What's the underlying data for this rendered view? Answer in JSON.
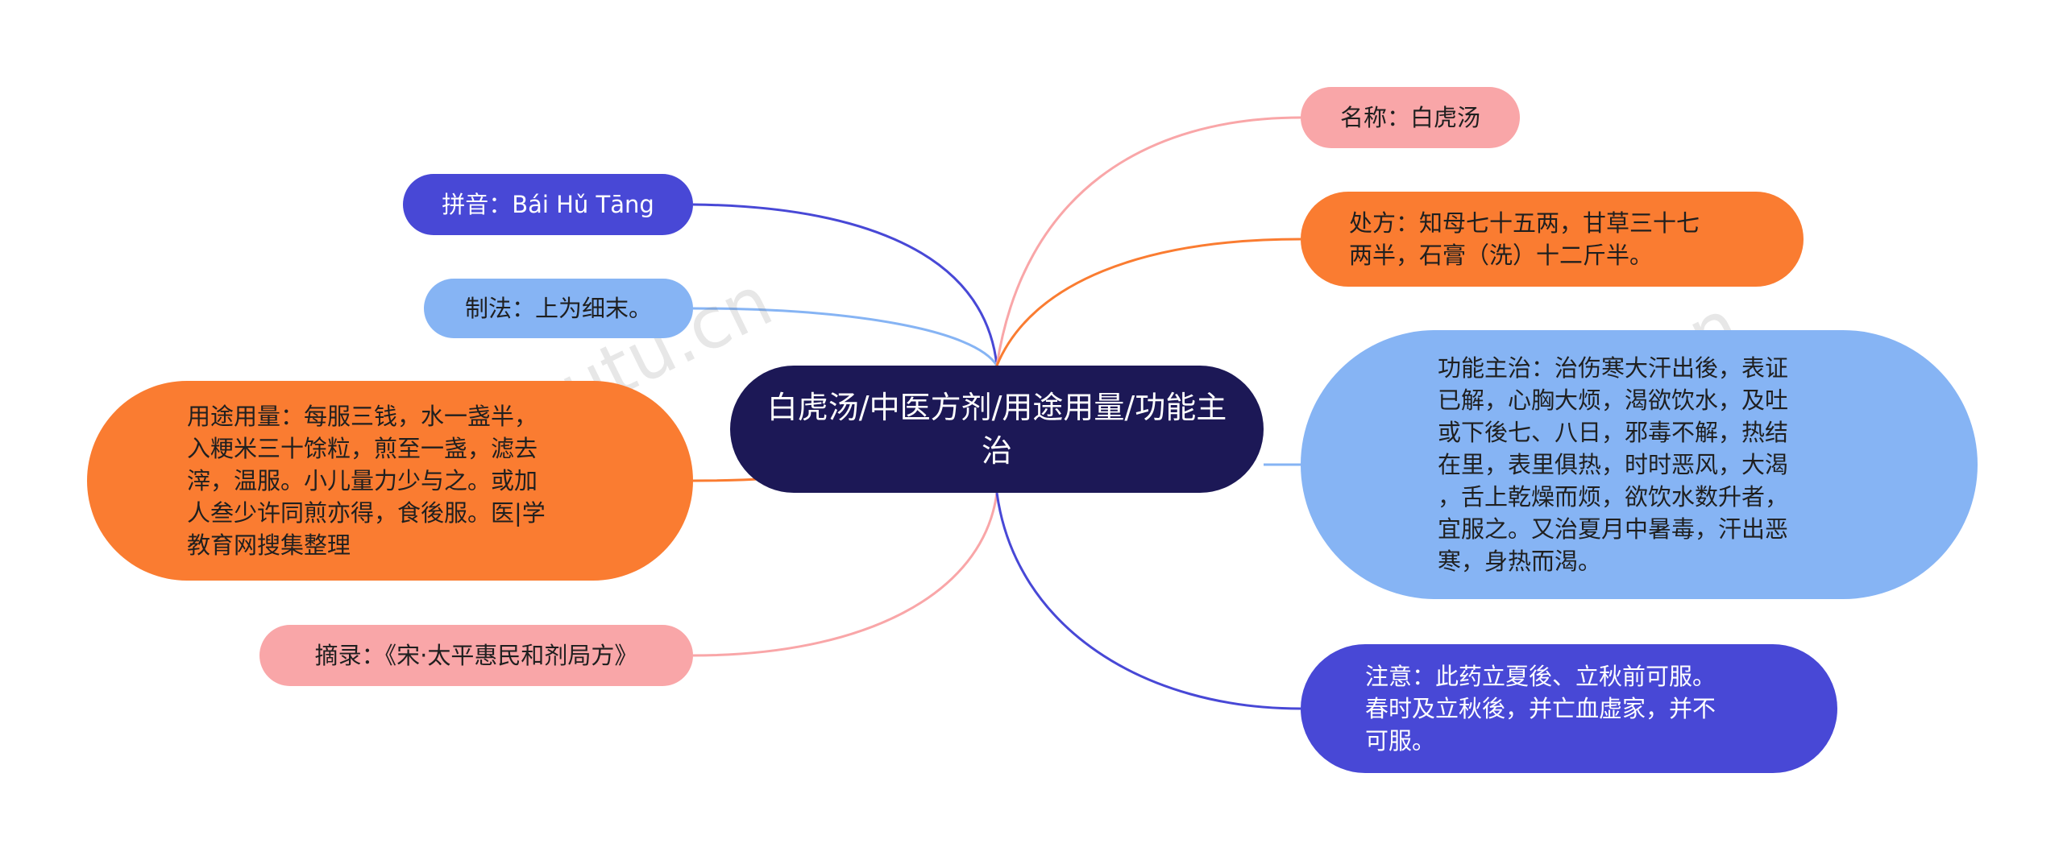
{
  "center": {
    "label": "白虎汤/中医方剂/用途用量/功能主治"
  },
  "left_nodes": {
    "pinyin": "拼音：Bái Hǔ Tāng",
    "zhifa": "制法：上为细末。",
    "usage": "用途用量：每服三钱，水一盏半，\n入粳米三十馀粒，煎至一盏，滤去\n滓，温服。小儿量力少与之。或加\n人叁少许同煎亦得，食後服。医|学\n教育网搜集整理",
    "excerpt": "摘录：《宋·太平惠民和剂局方》"
  },
  "right_nodes": {
    "name": "名称：白虎汤",
    "recipe": "处方：知母七十五两，甘草三十七\n两半，石膏（洗）十二斤半。",
    "function": "功能主治：治伤寒大汗出後，表证\n已解，心胸大烦，渴欲饮水，及吐\n或下後七、八日，邪毒不解，热结\n在里，表里俱热，时时恶风，大渴\n，舌上乾燥而烦，欲饮水数升者，\n宜服之。又治夏月中暑毒，汗出恶\n寒，身热而渴。",
    "note": "注意：此药立夏後、立秋前可服。\n春时及立秋後，并亡血虚家，并不\n可服。"
  },
  "watermarks": [
    "树图shutu.cn",
    "树图shutu.cn"
  ],
  "colors": {
    "center": "#1c1856",
    "dark_blue": "#4848d6",
    "light_blue": "#86b4f4",
    "orange": "#fa7c31",
    "pink": "#f9a6a8"
  }
}
